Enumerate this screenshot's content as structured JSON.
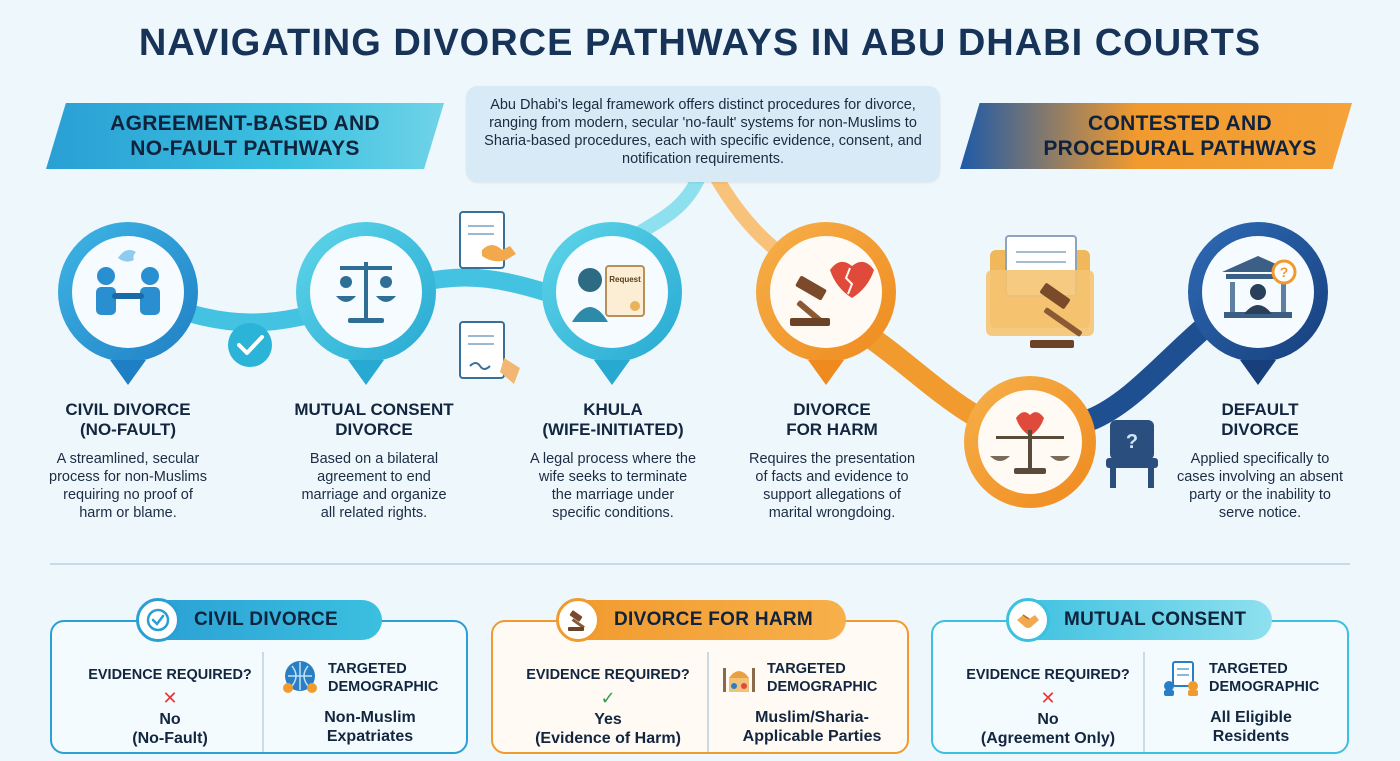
{
  "title": "NAVIGATING DIVORCE PATHWAYS IN ABU DHABI COURTS",
  "banners": {
    "left": {
      "line1": "AGREEMENT-BASED AND",
      "line2": "NO-FAULT PATHWAYS"
    },
    "right": {
      "line1": "CONTESTED AND",
      "line2": "PROCEDURAL PATHWAYS"
    }
  },
  "intro": "Abu Dhabi's legal framework offers distinct procedures for divorce, ranging from modern, secular 'no-fault' systems for non-Muslims to Sharia-based procedures, each with specific evidence, consent, and notification requirements.",
  "pathways": [
    {
      "title1": "CIVIL DIVORCE",
      "title2": "(NO-FAULT)",
      "desc": [
        "A streamlined, secular",
        "process for non-Muslims",
        "requiring no proof of",
        "harm or blame."
      ]
    },
    {
      "title1": "MUTUAL CONSENT",
      "title2": "DIVORCE",
      "desc": [
        "Based on a bilateral",
        "agreement to end",
        "marriage and organize",
        "all related rights."
      ]
    },
    {
      "title1": "KHULA",
      "title2": "(WIFE-INITIATED)",
      "desc": [
        "A legal process where the",
        "wife seeks to terminate",
        "the marriage under",
        "specific conditions."
      ],
      "doc_label": "Request"
    },
    {
      "title1": "DIVORCE",
      "title2": "FOR HARM",
      "desc": [
        "Requires the presentation",
        "of facts and evidence to",
        "support allegations of",
        "marital wrongdoing."
      ]
    },
    {
      "title1": "DEFAULT",
      "title2": "DIVORCE",
      "desc": [
        "Applied specifically to",
        "cases involving an absent",
        "party or the inability to",
        "serve notice."
      ]
    }
  ],
  "cards": [
    {
      "header": "CIVIL DIVORCE",
      "evidence_label": "EVIDENCE REQUIRED?",
      "evidence_mark": "✕",
      "evidence_value1": "No",
      "evidence_value2": "(No-Fault)",
      "demo_label1": "TARGETED",
      "demo_label2": "DEMOGRAPHIC",
      "demo_value1": "Non-Muslim",
      "demo_value2": "Expatriates",
      "color": "#2a9fd4"
    },
    {
      "header": "DIVORCE FOR HARM",
      "evidence_label": "EVIDENCE REQUIRED?",
      "evidence_mark": "✓",
      "evidence_value1": "Yes",
      "evidence_value2": "(Evidence of Harm)",
      "demo_label1": "TARGETED",
      "demo_label2": "DEMOGRAPHIC",
      "demo_value1": "Muslim/Sharia-",
      "demo_value2": "Applicable Parties",
      "color": "#f19a2e"
    },
    {
      "header": "MUTUAL CONSENT",
      "evidence_label": "EVIDENCE REQUIRED?",
      "evidence_mark": "✕",
      "evidence_value1": "No",
      "evidence_value2": "(Agreement Only)",
      "demo_label1": "TARGETED",
      "demo_label2": "DEMOGRAPHIC",
      "demo_value1": "All Eligible",
      "demo_value2": "Residents",
      "color": "#3bc0e0"
    }
  ],
  "colors": {
    "blue": "#2a9fd4",
    "teal": "#3bc0e0",
    "orange": "#f19a2e",
    "navy": "#1e4f91",
    "red": "#e53935",
    "green": "#2e9e4f"
  }
}
